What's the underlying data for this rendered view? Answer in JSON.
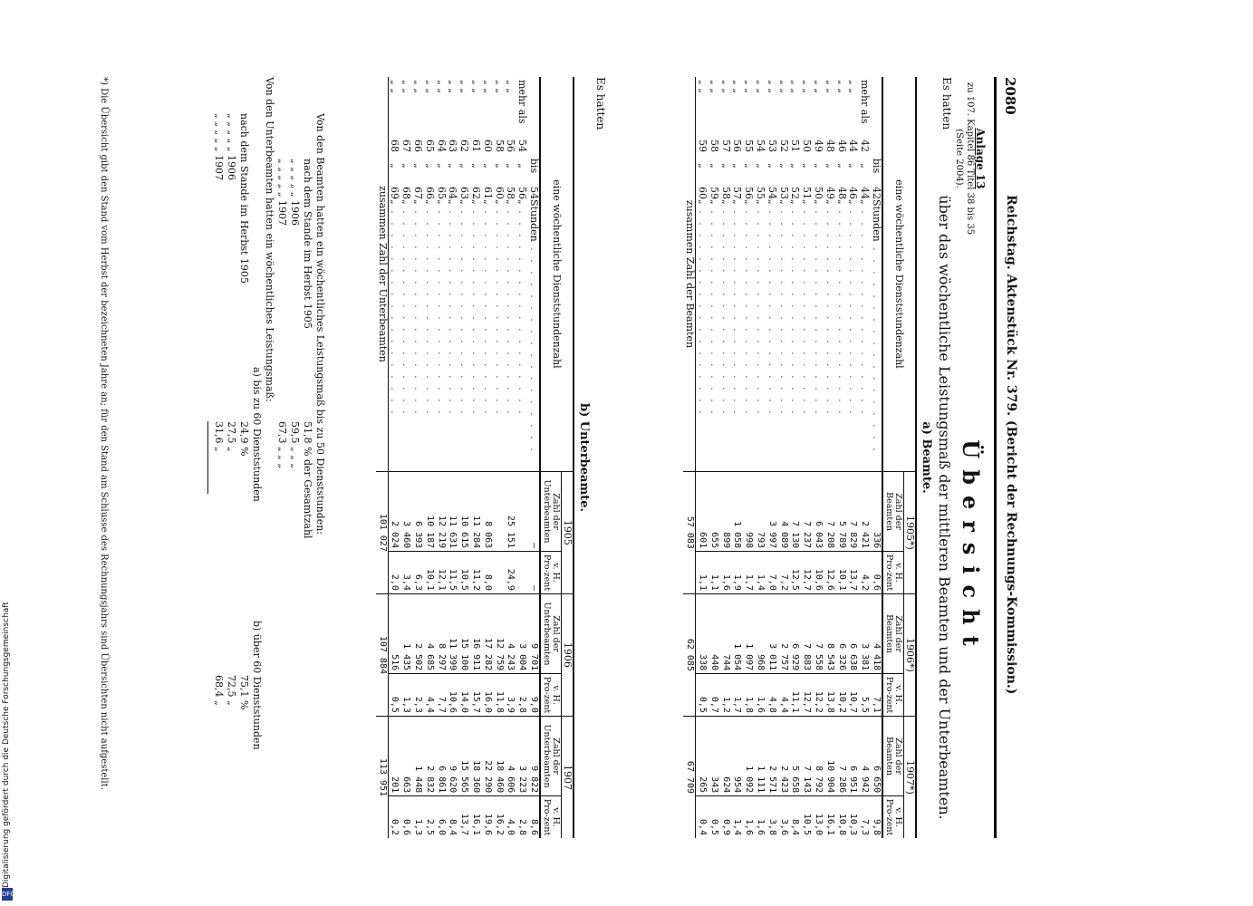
{
  "header": {
    "page_number": "2080",
    "running_title": "Reichstag. Aktenstück Nr. 379. (Bericht der Rechnungs-Kommission.)"
  },
  "anlage": {
    "title": "Anlage 13",
    "ref1": "zu 107. Kapitel 86 Titel 38 bis 35",
    "ref2": "(Seite 2004)."
  },
  "title": "Übersicht",
  "subtitle": "über das wöchentliche Leistungsmaß der mittleren Beamten und der Unterbeamten.",
  "section_a": {
    "label": "a) Beamte.",
    "es_hatten": "Es hatten",
    "col_label": "eine wöchentliche Dienststundenzahl",
    "years": [
      "1905*)",
      "1906*)",
      "1907*)"
    ],
    "count_header": "Zahl der Beamten",
    "pct_header": "v. H. Pro-zent",
    "rows": [
      {
        "prefix": "",
        "a": "",
        "sep": "bis",
        "b": "42",
        "suffix": "Stunden",
        "v": [
          "336",
          "0,6",
          "4 418",
          "7,1",
          "6 650",
          "9,8"
        ]
      },
      {
        "prefix": "mehr als",
        "a": "42",
        "sep": "„",
        "b": "44",
        "suffix": "„",
        "v": [
          "2 421",
          "4,2",
          "3 381",
          "5,5",
          "4 942",
          "7,3"
        ]
      },
      {
        "prefix": "„ „",
        "a": "44",
        "sep": "„",
        "b": "46",
        "suffix": "„",
        "v": [
          "7 829",
          "13,7",
          "6 638",
          "10,7",
          "6 951",
          "10,3"
        ]
      },
      {
        "prefix": "„ „",
        "a": "46",
        "sep": "„",
        "b": "48",
        "suffix": "„",
        "v": [
          "5 789",
          "10,1",
          "6 326",
          "10,2",
          "7 286",
          "10,8"
        ]
      },
      {
        "prefix": "„ „",
        "a": "48",
        "sep": "„",
        "b": "49",
        "suffix": "„",
        "v": [
          "7 208",
          "12,6",
          "8 543",
          "13,8",
          "10 904",
          "16,1"
        ]
      },
      {
        "prefix": "„ „",
        "a": "49",
        "sep": "„",
        "b": "50",
        "suffix": "„",
        "v": [
          "6 043",
          "10,6",
          "7 558",
          "12,2",
          "8 792",
          "13,0"
        ]
      },
      {
        "prefix": "„ „",
        "a": "50",
        "sep": "„",
        "b": "51",
        "suffix": "„",
        "v": [
          "7 237",
          "12,7",
          "7 883",
          "12,7",
          "7 143",
          "10,5"
        ]
      },
      {
        "prefix": "„ „",
        "a": "51",
        "sep": "„",
        "b": "52",
        "suffix": "„",
        "v": [
          "7 130",
          "12,5",
          "6 929",
          "11,1",
          "5 658",
          "8,4"
        ]
      },
      {
        "prefix": "„ „",
        "a": "52",
        "sep": "„",
        "b": "53",
        "suffix": "„",
        "v": [
          "4 089",
          "7,2",
          "2 757",
          "4,4",
          "2 423",
          "3,6"
        ]
      },
      {
        "prefix": "„ „",
        "a": "53",
        "sep": "„",
        "b": "54",
        "suffix": "„",
        "v": [
          "3 997",
          "7,0",
          "3 011",
          "4,8",
          "2 571",
          "3,8"
        ]
      },
      {
        "prefix": "„ „",
        "a": "54",
        "sep": "„",
        "b": "55",
        "suffix": "„",
        "v": [
          "793",
          "1,4",
          "968",
          "1,6",
          "1 111",
          "1,6"
        ]
      },
      {
        "prefix": "„ „",
        "a": "55",
        "sep": "„",
        "b": "56",
        "suffix": "„",
        "v": [
          "998",
          "1,7",
          "1 097",
          "1,8",
          "1 092",
          "1,6"
        ]
      },
      {
        "prefix": "„ „",
        "a": "56",
        "sep": "„",
        "b": "57",
        "suffix": "„",
        "v": [
          "1 058",
          "1,9",
          "1 054",
          "1,7",
          "954",
          "1,4"
        ]
      },
      {
        "prefix": "„ „",
        "a": "57",
        "sep": "„",
        "b": "58",
        "suffix": "„",
        "v": [
          "899",
          "1,6",
          "744",
          "1,2",
          "624",
          "0,9"
        ]
      },
      {
        "prefix": "„ „",
        "a": "58",
        "sep": "„",
        "b": "59",
        "suffix": "„",
        "v": [
          "655",
          "1,1",
          "440",
          "0,7",
          "343",
          "0,5"
        ]
      },
      {
        "prefix": "„ „",
        "a": "59",
        "sep": "„",
        "b": "60",
        "suffix": "„",
        "v": [
          "601",
          "1,1",
          "338",
          "0,5",
          "265",
          "0,4"
        ]
      }
    ],
    "total": {
      "label": "zusammen Zahl der Beamten",
      "v": [
        "57 083",
        "62 085",
        "67 709"
      ]
    }
  },
  "section_b": {
    "label": "b) Unterbeamte.",
    "es_hatten": "Es hatten",
    "col_label": "eine wöchentliche Dienststundenzahl",
    "years": [
      "1905",
      "1906",
      "1907"
    ],
    "count_header": "Zahl der Unterbeamten",
    "pct_header": "v. H. Pro-zent",
    "rows": [
      {
        "prefix": "",
        "a": "",
        "sep": "bis",
        "b": "54",
        "suffix": "Stunden",
        "v": [
          "—",
          "—",
          "9 701",
          "9,0",
          "9 822",
          "8,6"
        ]
      },
      {
        "prefix": "mehr als",
        "a": "54",
        "sep": "„",
        "b": "56",
        "suffix": "„",
        "v": [
          "",
          "",
          "3 004",
          "2,8",
          "3 223",
          "2,8"
        ]
      },
      {
        "prefix": "„ „",
        "a": "56",
        "sep": "„",
        "b": "58",
        "suffix": "„",
        "v": [
          "25 151",
          "24,9",
          "4 243",
          "3,9",
          "4 606",
          "4,0"
        ]
      },
      {
        "prefix": "„ „",
        "a": "58",
        "sep": "„",
        "b": "60",
        "suffix": "„",
        "v": [
          "",
          "",
          "12 759",
          "11,8",
          "18 460",
          "16,2"
        ]
      },
      {
        "prefix": "„ „",
        "a": "60",
        "sep": "„",
        "b": "61",
        "suffix": "„",
        "v": [
          "8 063",
          "8,0",
          "17 282",
          "16,0",
          "22 290",
          "19,6"
        ]
      },
      {
        "prefix": "„ „",
        "a": "61",
        "sep": "„",
        "b": "62",
        "suffix": "„",
        "v": [
          "11 284",
          "11,2",
          "16 911",
          "15,7",
          "18 360",
          "16,1"
        ]
      },
      {
        "prefix": "„ „",
        "a": "62",
        "sep": "„",
        "b": "63",
        "suffix": "„",
        "v": [
          "10 615",
          "10,5",
          "15 100",
          "14,0",
          "15 565",
          "13,7"
        ]
      },
      {
        "prefix": "„ „",
        "a": "63",
        "sep": "„",
        "b": "64",
        "suffix": "„",
        "v": [
          "11 631",
          "11,5",
          "11 399",
          "10,6",
          "9 620",
          "8,4"
        ]
      },
      {
        "prefix": "„ „",
        "a": "64",
        "sep": "„",
        "b": "65",
        "suffix": "„",
        "v": [
          "12 219",
          "12,1",
          "8 297",
          "7,7",
          "6 861",
          "6,0"
        ]
      },
      {
        "prefix": "„ „",
        "a": "65",
        "sep": "„",
        "b": "66",
        "suffix": "„",
        "v": [
          "10 187",
          "10,1",
          "4 685",
          "4,4",
          "2 832",
          "2,5"
        ]
      },
      {
        "prefix": "„ „",
        "a": "66",
        "sep": "„",
        "b": "67",
        "suffix": "„",
        "v": [
          "6 393",
          "6,3",
          "2 502",
          "2,3",
          "1 448",
          "1,3"
        ]
      },
      {
        "prefix": "„ „",
        "a": "67",
        "sep": "„",
        "b": "68",
        "suffix": "„",
        "v": [
          "3 460",
          "3,4",
          "1 435",
          "1,3",
          "663",
          "0,6"
        ]
      },
      {
        "prefix": "„ „",
        "a": "68",
        "sep": "„",
        "b": "69",
        "suffix": "„",
        "v": [
          "2 024",
          "2,0",
          "516",
          "0,5",
          "201",
          "0,2"
        ]
      }
    ],
    "total": {
      "label": "zusammen Zahl der Unterbeamten",
      "v": [
        "101 027",
        "107 884",
        "113 951"
      ]
    }
  },
  "summary": {
    "beamten_intro": "Von den Beamten hatten ein wöchentliches Leistungsmaß bis zu 50 Dienststunden:",
    "beamten_rows": [
      {
        "label": "nach dem Stande im Herbst 1905",
        "value": "51,8 % der Gesamtzahl"
      },
      {
        "label": "„ „ „ „ „ 1906",
        "value": "59,5 „ „ „"
      },
      {
        "label": "„ „ „ „ „ 1907",
        "value": "67,3 „ „ „"
      }
    ],
    "unter_intro": "Von den Unterbeamten hatten ein wöchentliches Leistungsmaß:",
    "col_a": "a) bis zu 60 Dienststunden",
    "col_b": "b) über 60 Dienststunden",
    "unter_rows": [
      {
        "label": "nach dem Stande im Herbst 1905",
        "a": "24,9 %",
        "b": "75,1 %"
      },
      {
        "label": "„ „ „ „ „ 1906",
        "a": "27,5 „",
        "b": "72,5 „"
      },
      {
        "label": "„ „ „ „ „ 1907",
        "a": "31,6 „",
        "b": "68,4 „"
      }
    ]
  },
  "footnote": "*) Die Übersicht gibt den Stand vom Herbst der bezeichneten Jahre an; für den Stand am Schlusse des Rechnungsjahrs sind Übersichten nicht aufgestellt.",
  "digitization": {
    "text": "Digitalisierung gefördert durch die Deutsche Forschungsgemeinschaft",
    "logo": "DFG"
  }
}
